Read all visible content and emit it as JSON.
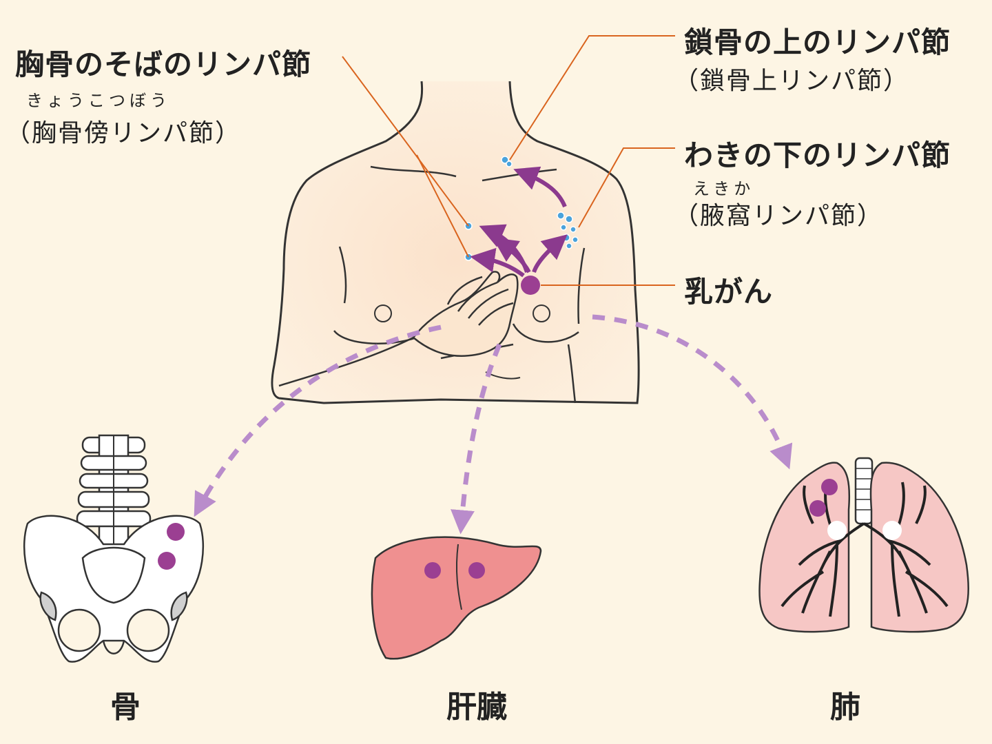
{
  "labels": {
    "parasternal": {
      "main": "胸骨のそばのリンパ節",
      "ruby": "きょうこつぼう",
      "sub": "（胸骨傍リンパ節）"
    },
    "supraclavicular": {
      "main": "鎖骨の上のリンパ節",
      "sub": "（鎖骨上リンパ節）"
    },
    "axillary": {
      "main": "わきの下のリンパ節",
      "ruby": "えきか",
      "sub": "（腋窩リンパ節）"
    },
    "tumor": "乳がん"
  },
  "organs": {
    "bone": "骨",
    "liver": "肝臓",
    "lung": "肺"
  },
  "colors": {
    "background": "#fdf5e4",
    "skin": "#fbe6cf",
    "outline": "#333333",
    "leader_line": "#d9641e",
    "tumor": "#9b3f92",
    "lymph_arrow": "#8b3a8e",
    "metastasis_arrow": "#b98ccb",
    "lymph_node": "#4aa3dc",
    "organ_fill": "#ef9090",
    "lung_fill": "#f6c7c5"
  }
}
